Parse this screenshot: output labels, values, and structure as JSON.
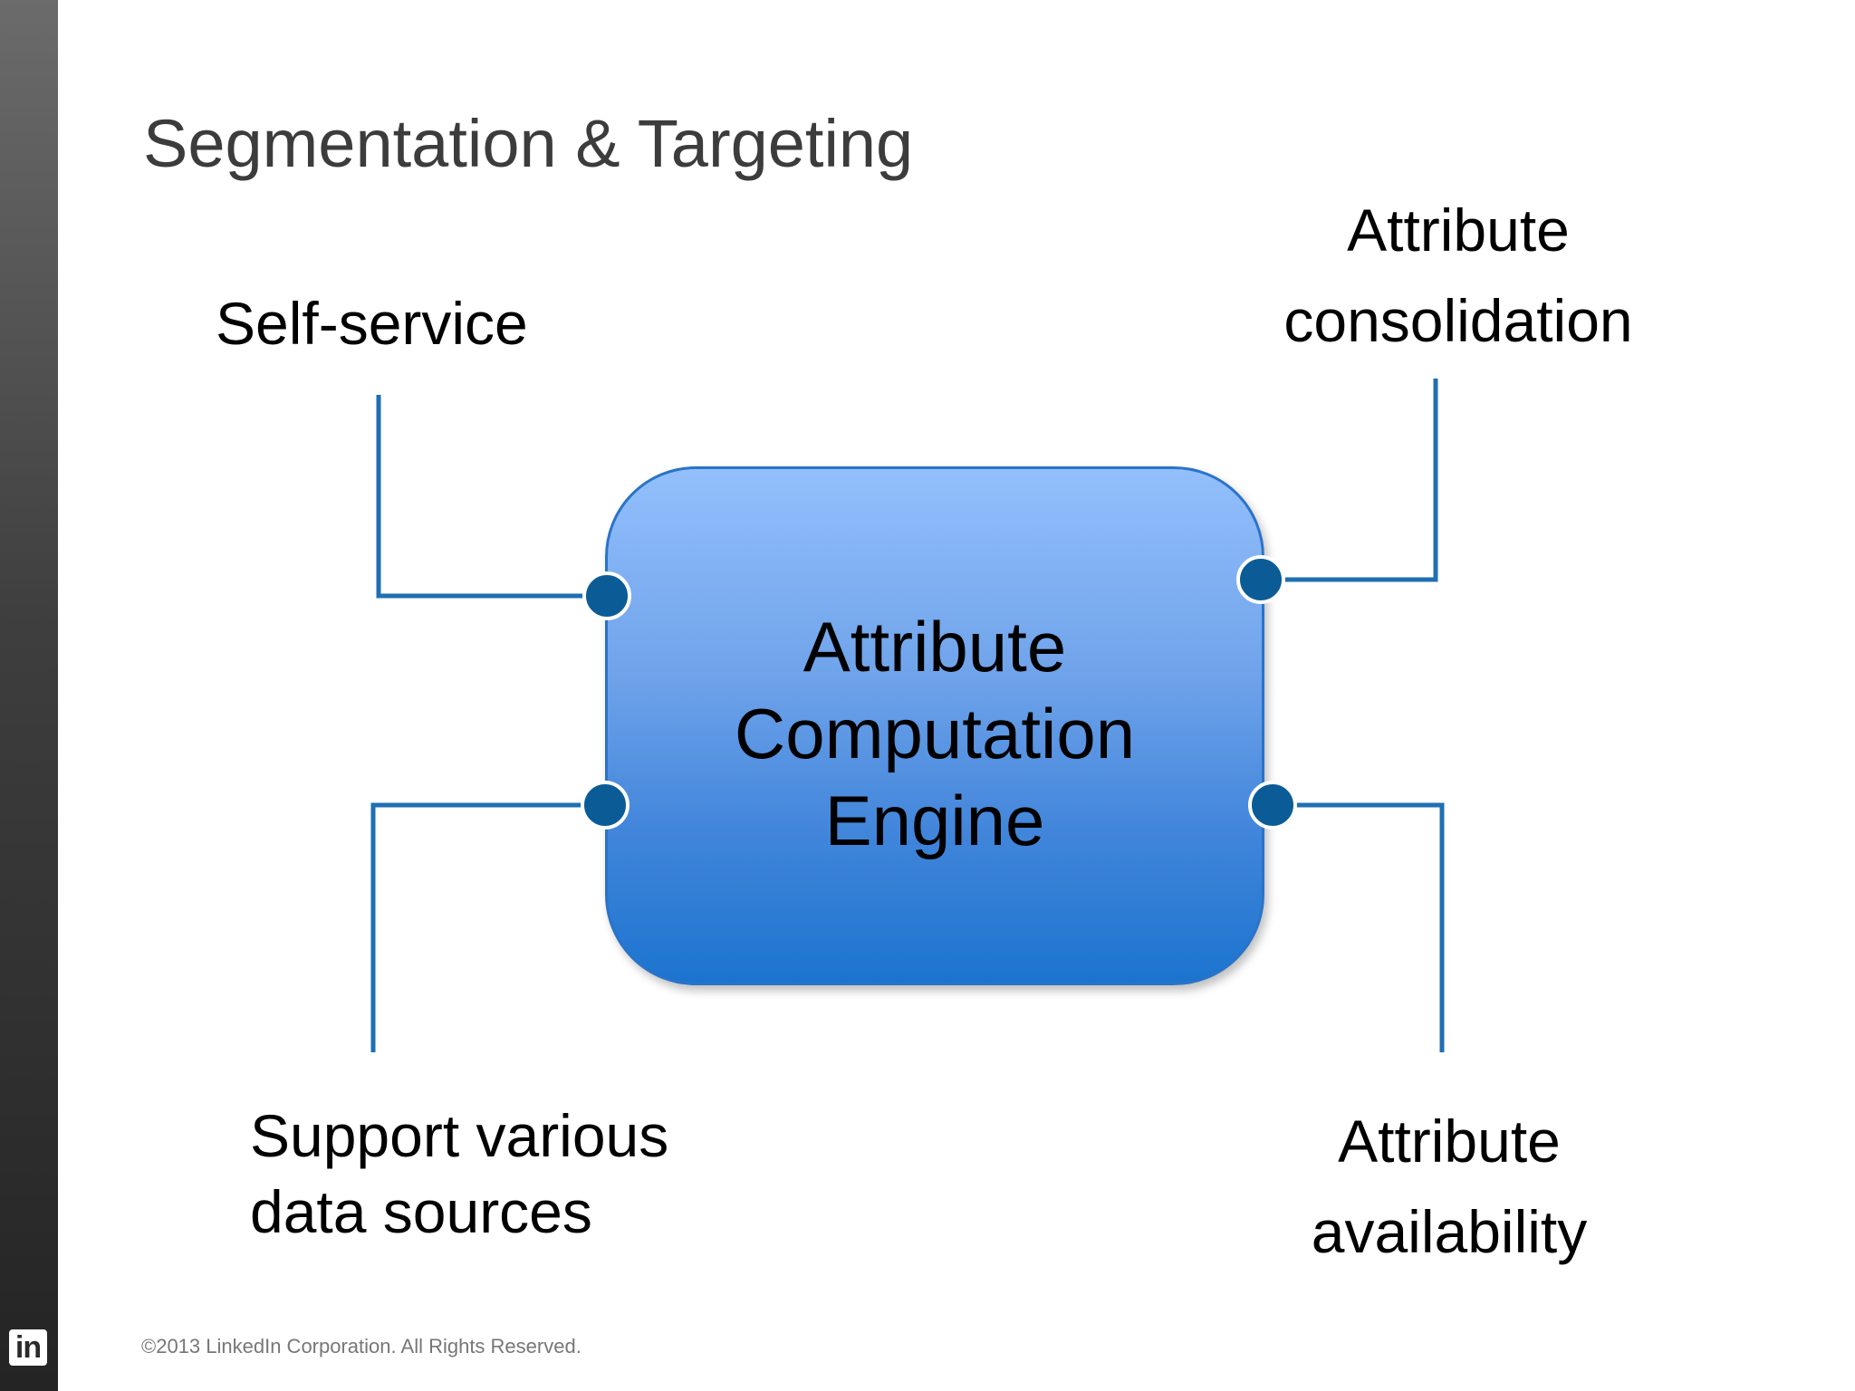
{
  "slide": {
    "title": "Segmentation & Targeting",
    "footer": "©2013 LinkedIn Corporation. All Rights Reserved.",
    "logo_text": "in"
  },
  "diagram": {
    "center": {
      "line1": "Attribute",
      "line2": "Computation",
      "line3": "Engine"
    },
    "top_left": {
      "line1": "Self-service"
    },
    "top_right": {
      "line1": "Attribute",
      "line2": "consolidation"
    },
    "bottom_left": {
      "line1": "Support various",
      "line2": "data sources"
    },
    "bottom_right": {
      "line1": "Attribute",
      "line2": "availability"
    }
  },
  "colors": {
    "connector_line": "#1f6fb3",
    "connector_dot": "#0b5c96",
    "box_top": "#93bffc",
    "box_bottom": "#1c74cf"
  }
}
